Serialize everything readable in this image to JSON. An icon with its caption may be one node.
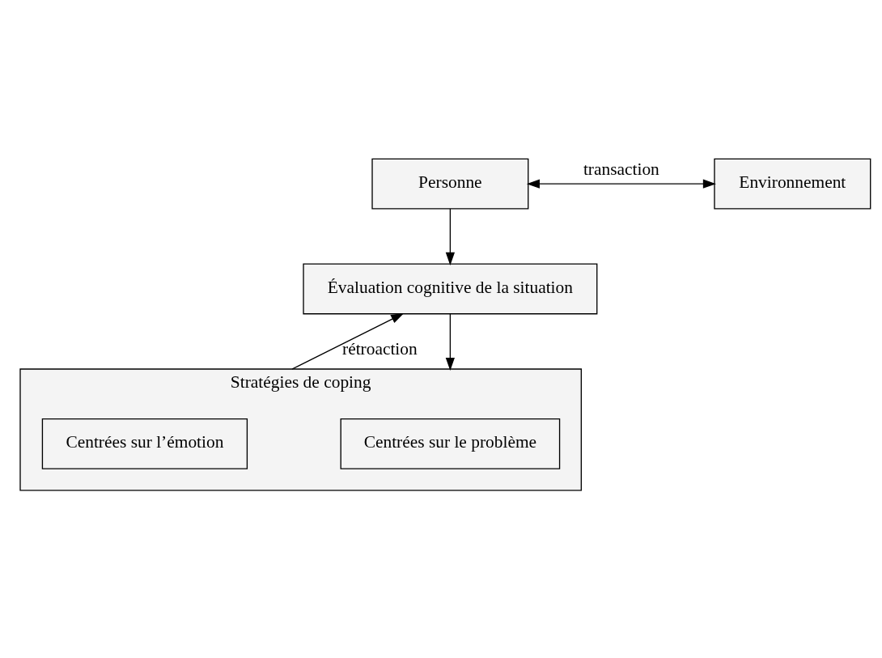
{
  "diagram": {
    "nodes": [
      {
        "text": [
          "Personne"
        ]
      },
      {
        "text": [
          "Environnement"
        ]
      },
      {
        "text": [
          "Évaluation cognitive de la situation"
        ]
      },
      {
        "text": [
          "Stratégies de coping"
        ]
      },
      {
        "text": [
          "Centrées sur le problème"
        ],
        "in": 3
      },
      {
        "text": [
          "Centrées sur l’émotion"
        ],
        "in": 3
      }
    ],
    "edges": [
      {
        "from": 0,
        "to": 1,
        "arrow": "both",
        "label": "transaction"
      },
      {
        "from": 0,
        "to": 2,
        "arrow": "to"
      },
      {
        "from": 2,
        "to": 3,
        "arrow": "to"
      },
      {
        "from": 3,
        "to": 2,
        "arrow": "to",
        "label": "rétroaction"
      }
    ]
  }
}
